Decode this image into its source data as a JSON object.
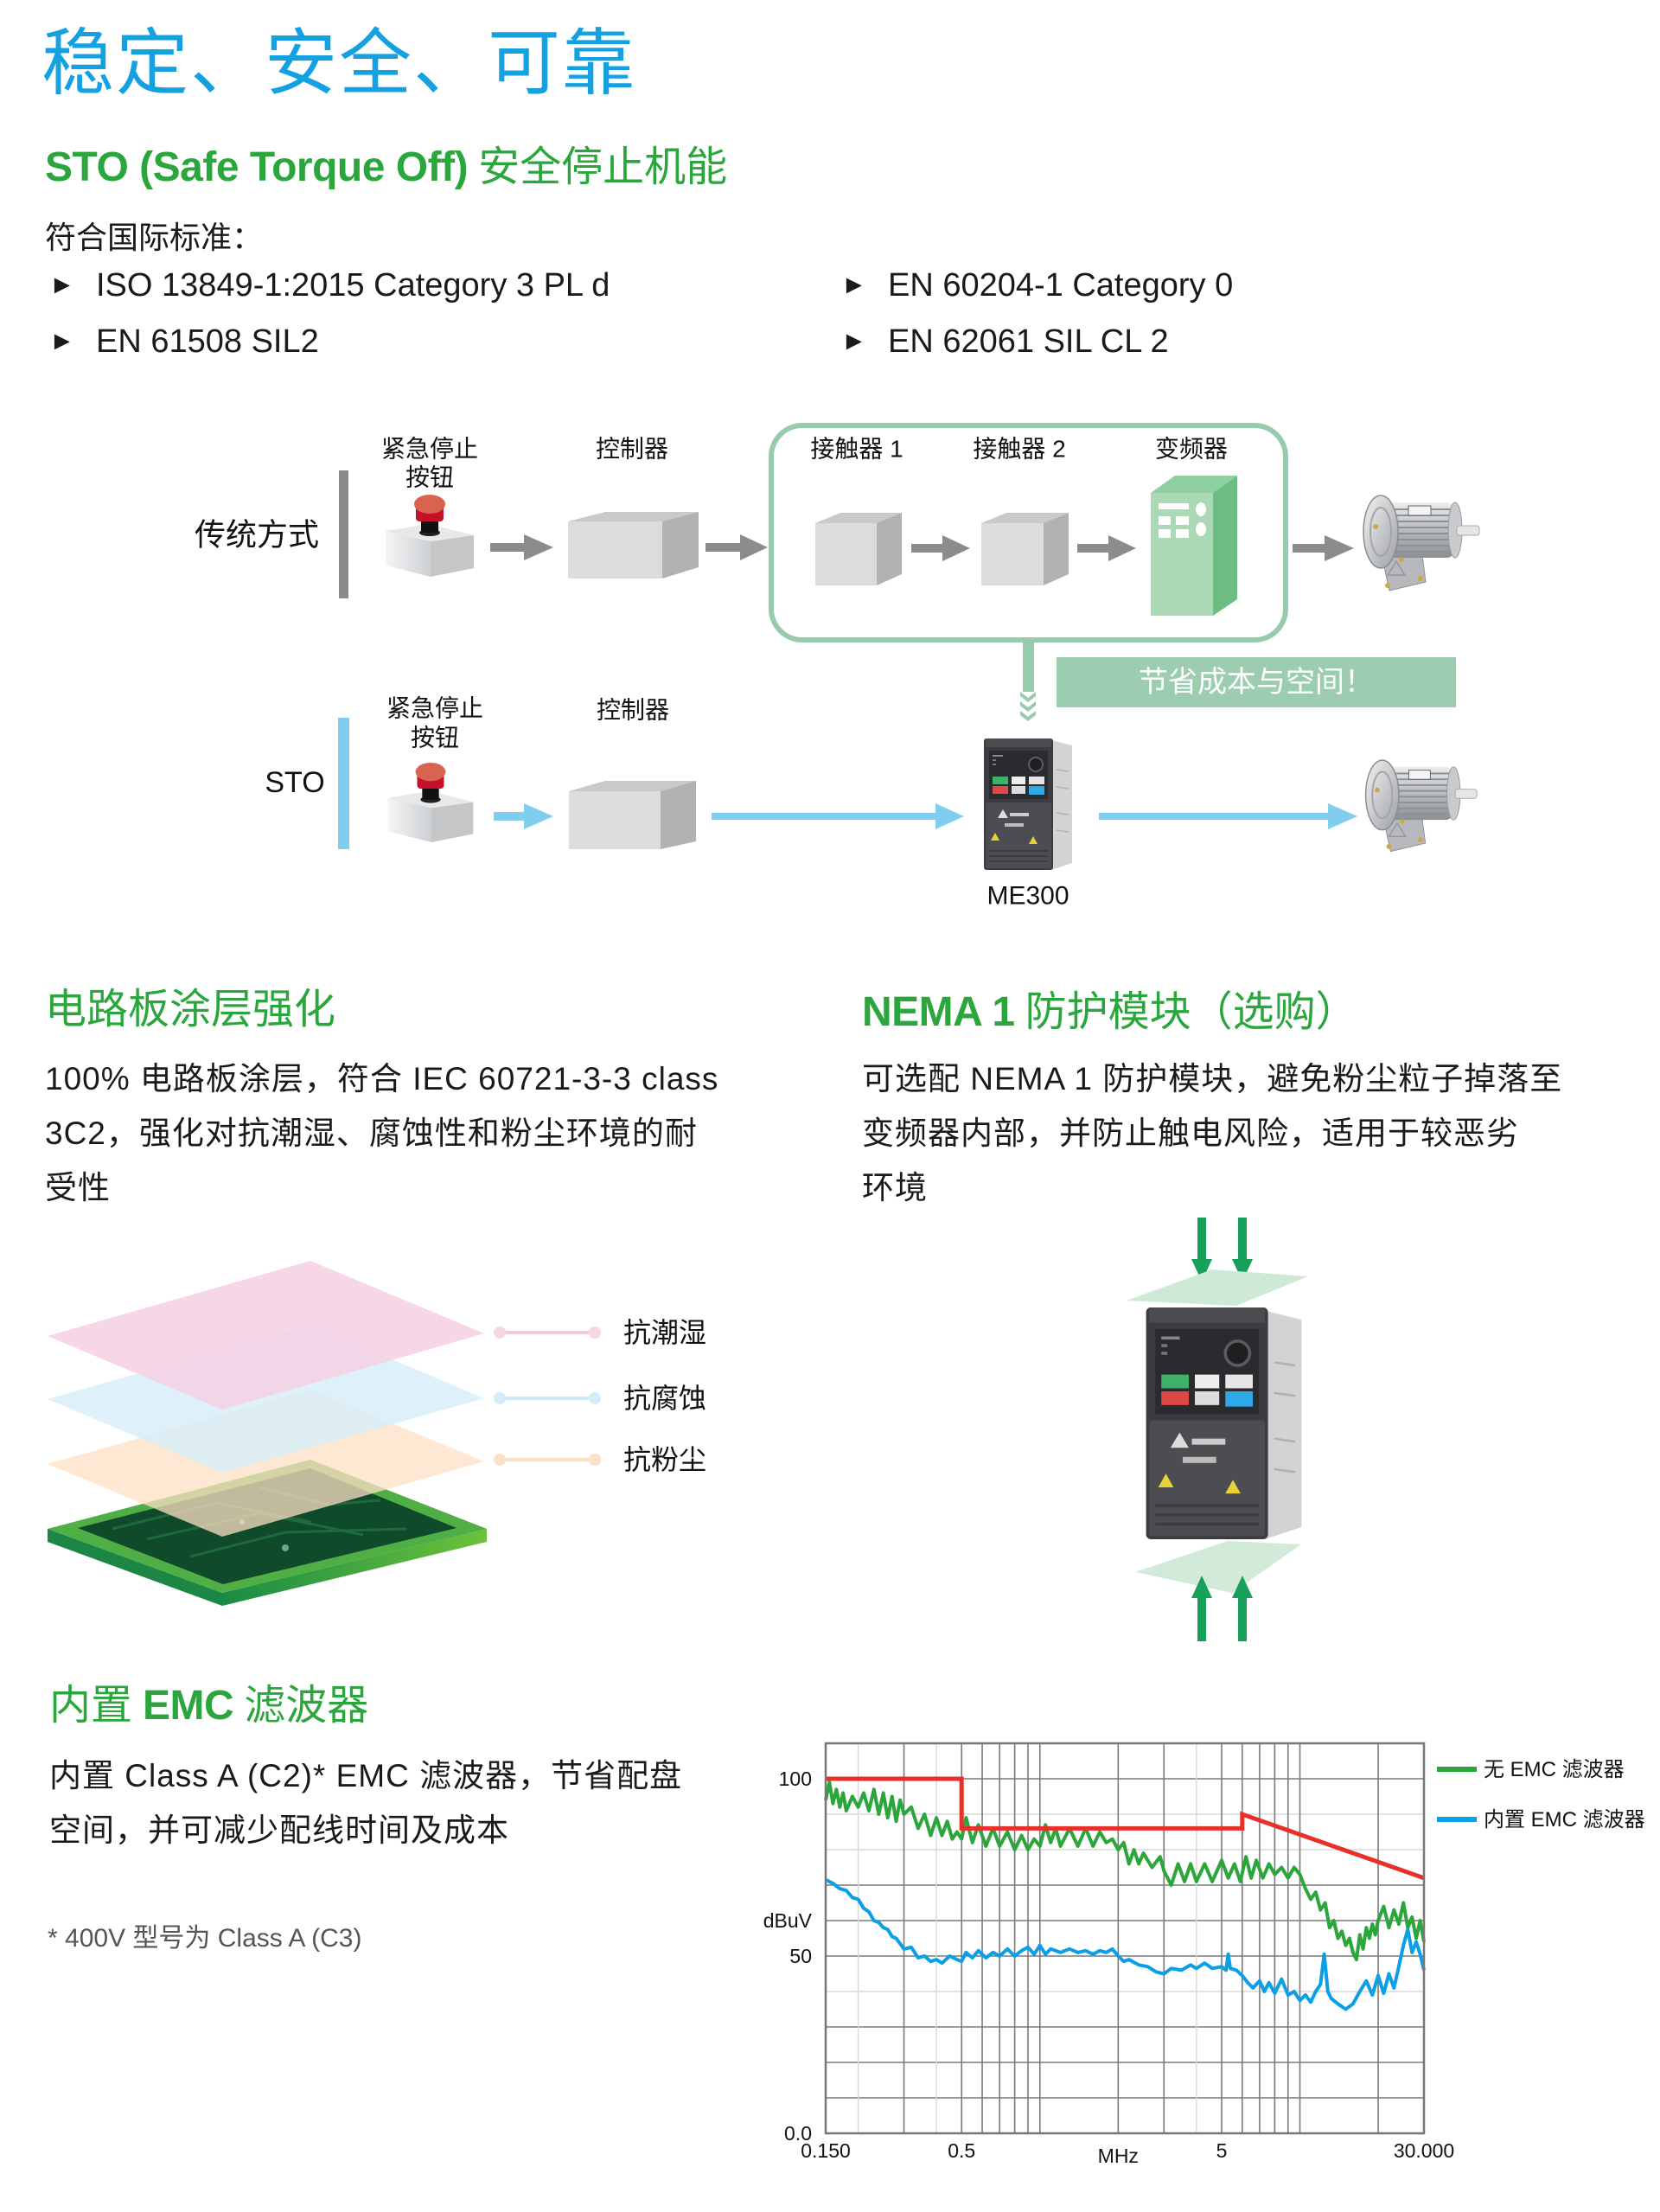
{
  "theme": {
    "title_color": "#14a1e1",
    "heading_color": "#2aa63c",
    "text_color": "#1a1a1a",
    "footnote_color": "#555555"
  },
  "page_title": "稳定、安全、可靠",
  "sto_section": {
    "heading_bold": "STO (Safe Torque Off)",
    "heading_rest": "安全停止机能",
    "standards_intro": "符合国际标准：",
    "bullet_icon": "►",
    "standards_left": [
      "ISO 13849-1:2015 Category 3 PL d",
      "EN 61508 SIL2"
    ],
    "standards_right": [
      "EN 60204-1 Category 0",
      "EN 62061 SIL CL 2"
    ]
  },
  "diagram": {
    "traditional_row": {
      "label": "传统方式",
      "estop_label": [
        "紧急停止",
        "按钮"
      ],
      "controller_label": "控制器",
      "contactor1_label": "接触器 1",
      "contactor2_label": "接触器 2",
      "inverter_label": "变频器"
    },
    "savings_banner": "节省成本与空间！",
    "sto_row": {
      "label": "STO",
      "estop_label": [
        "紧急停止",
        "按钮"
      ],
      "controller_label": "控制器",
      "drive_label": "ME300"
    },
    "colors": {
      "traditional_accent": "#8a8a8a",
      "sto_accent": "#7fcdf0",
      "highlight": "#97cbad",
      "inverter_green": "#acd9b5"
    }
  },
  "coating_section": {
    "heading": "电路板涂层强化",
    "lines": [
      "100% 电路板涂层，符合 IEC 60721-3-3 class",
      "3C2，强化对抗潮湿、腐蚀性和粉尘环境的耐",
      "受性"
    ],
    "layers": [
      {
        "label": "抗潮湿",
        "color": "#f6d0e3"
      },
      {
        "label": "抗腐蚀",
        "color": "#d6edf9"
      },
      {
        "label": "抗粉尘",
        "color": "#fde0c4"
      }
    ]
  },
  "nema_section": {
    "heading_bold": "NEMA 1",
    "heading_rest": "防护模块（选购）",
    "lines": [
      "可选配 NEMA 1 防护模块，避免粉尘粒子掉落至",
      "变频器内部，并防止触电风险，适用于较恶劣",
      "环境"
    ]
  },
  "emc_section": {
    "heading_pre": "内置",
    "heading_bold": "EMC",
    "heading_post": "滤波器",
    "lines": [
      "内置 Class A (C2)* EMC 滤波器，节省配盘",
      "空间，并可减少配线时间及成本"
    ],
    "footnote": "* 400V 型号为 Class A (C3)"
  },
  "chart_data": {
    "type": "line",
    "title": "",
    "xlabel": "MHz",
    "ylabel": "dBuV",
    "xscale": "log",
    "xlim": [
      0.15,
      30
    ],
    "ylim": [
      0,
      110
    ],
    "grid": true,
    "legend_position": "right",
    "x_ticks": [
      {
        "value": 0.15,
        "label": "0.150"
      },
      {
        "value": 0.5,
        "label": "0.5"
      },
      {
        "value": 5,
        "label": "5"
      },
      {
        "value": 30,
        "label": "30.000"
      }
    ],
    "y_ticks": [
      {
        "value": 0,
        "label": "0.0"
      },
      {
        "value": 50,
        "label": "50"
      },
      {
        "value": 100,
        "label": "100"
      }
    ],
    "series": [
      {
        "name": "无 EMC 滤波器",
        "color": "#2aa63a",
        "points": [
          [
            0.15,
            94
          ],
          [
            0.155,
            99
          ],
          [
            0.16,
            93
          ],
          [
            0.165,
            97
          ],
          [
            0.17,
            92
          ],
          [
            0.175,
            96
          ],
          [
            0.18,
            91
          ],
          [
            0.19,
            95
          ],
          [
            0.2,
            92
          ],
          [
            0.21,
            96
          ],
          [
            0.22,
            91
          ],
          [
            0.23,
            97
          ],
          [
            0.24,
            90
          ],
          [
            0.25,
            96
          ],
          [
            0.26,
            89
          ],
          [
            0.27,
            95
          ],
          [
            0.28,
            88
          ],
          [
            0.29,
            94
          ],
          [
            0.3,
            90
          ],
          [
            0.32,
            92
          ],
          [
            0.34,
            86
          ],
          [
            0.36,
            90
          ],
          [
            0.38,
            84
          ],
          [
            0.4,
            89
          ],
          [
            0.42,
            84
          ],
          [
            0.44,
            88
          ],
          [
            0.46,
            83
          ],
          [
            0.48,
            85
          ],
          [
            0.5,
            83
          ],
          [
            0.52,
            89
          ],
          [
            0.55,
            82
          ],
          [
            0.58,
            87
          ],
          [
            0.62,
            81
          ],
          [
            0.66,
            86
          ],
          [
            0.7,
            81
          ],
          [
            0.75,
            85
          ],
          [
            0.8,
            80
          ],
          [
            0.85,
            84
          ],
          [
            0.9,
            80
          ],
          [
            0.95,
            83
          ],
          [
            1.0,
            81
          ],
          [
            1.05,
            87
          ],
          [
            1.1,
            82
          ],
          [
            1.15,
            86
          ],
          [
            1.2,
            81
          ],
          [
            1.3,
            86
          ],
          [
            1.4,
            81
          ],
          [
            1.5,
            86
          ],
          [
            1.6,
            81
          ],
          [
            1.7,
            85
          ],
          [
            1.8,
            82
          ],
          [
            1.9,
            83
          ],
          [
            2.0,
            80
          ],
          [
            2.1,
            82
          ],
          [
            2.2,
            76
          ],
          [
            2.3,
            80
          ],
          [
            2.4,
            76
          ],
          [
            2.5,
            79
          ],
          [
            2.7,
            75
          ],
          [
            2.9,
            78
          ],
          [
            3.0,
            74
          ],
          [
            3.2,
            70
          ],
          [
            3.4,
            76
          ],
          [
            3.6,
            71
          ],
          [
            3.8,
            76
          ],
          [
            4.0,
            71
          ],
          [
            4.3,
            76
          ],
          [
            4.6,
            71
          ],
          [
            5.0,
            77
          ],
          [
            5.3,
            72
          ],
          [
            5.6,
            76
          ],
          [
            5.9,
            71
          ],
          [
            6.2,
            78
          ],
          [
            6.5,
            72
          ],
          [
            6.8,
            77
          ],
          [
            7.2,
            72
          ],
          [
            7.6,
            76
          ],
          [
            8.0,
            73
          ],
          [
            8.5,
            75
          ],
          [
            9.0,
            72
          ],
          [
            9.5,
            75
          ],
          [
            10,
            73
          ],
          [
            10.5,
            69
          ],
          [
            11,
            66
          ],
          [
            11.5,
            68
          ],
          [
            12,
            63
          ],
          [
            12.5,
            65
          ],
          [
            13,
            58
          ],
          [
            13.5,
            60
          ],
          [
            14,
            55
          ],
          [
            14.5,
            57
          ],
          [
            15,
            53
          ],
          [
            15.5,
            55
          ],
          [
            16,
            51
          ],
          [
            16.5,
            49
          ],
          [
            17,
            56
          ],
          [
            17.5,
            52
          ],
          [
            18,
            58
          ],
          [
            18.5,
            55
          ],
          [
            19,
            59
          ],
          [
            19.5,
            56
          ],
          [
            20,
            60
          ],
          [
            21,
            64
          ],
          [
            22,
            58
          ],
          [
            23,
            63
          ],
          [
            24,
            59
          ],
          [
            25,
            65
          ],
          [
            26,
            58
          ],
          [
            27,
            61
          ],
          [
            28,
            55
          ],
          [
            29,
            60
          ],
          [
            30,
            54
          ]
        ]
      },
      {
        "name": "内置 EMC 滤波器",
        "color": "#0a9fe6",
        "points": [
          [
            0.15,
            71.5
          ],
          [
            0.16,
            70.5
          ],
          [
            0.17,
            69
          ],
          [
            0.18,
            68.5
          ],
          [
            0.19,
            66.5
          ],
          [
            0.2,
            66
          ],
          [
            0.21,
            63.5
          ],
          [
            0.22,
            62.5
          ],
          [
            0.23,
            60
          ],
          [
            0.24,
            59.5
          ],
          [
            0.25,
            58
          ],
          [
            0.26,
            57.5
          ],
          [
            0.27,
            55.5
          ],
          [
            0.28,
            55
          ],
          [
            0.29,
            53.5
          ],
          [
            0.3,
            52
          ],
          [
            0.32,
            52.5
          ],
          [
            0.34,
            49.5
          ],
          [
            0.36,
            50
          ],
          [
            0.38,
            48.5
          ],
          [
            0.4,
            49
          ],
          [
            0.42,
            48
          ],
          [
            0.45,
            50
          ],
          [
            0.48,
            49
          ],
          [
            0.5,
            48.5
          ],
          [
            0.52,
            51
          ],
          [
            0.55,
            49.5
          ],
          [
            0.58,
            51.5
          ],
          [
            0.62,
            49.5
          ],
          [
            0.66,
            51
          ],
          [
            0.7,
            50
          ],
          [
            0.75,
            52
          ],
          [
            0.8,
            50
          ],
          [
            0.85,
            51.5
          ],
          [
            0.9,
            52.5
          ],
          [
            0.95,
            50.5
          ],
          [
            1.0,
            53
          ],
          [
            1.05,
            50.5
          ],
          [
            1.1,
            52
          ],
          [
            1.2,
            51
          ],
          [
            1.3,
            52
          ],
          [
            1.4,
            51
          ],
          [
            1.5,
            51.5
          ],
          [
            1.6,
            50.5
          ],
          [
            1.7,
            51.5
          ],
          [
            1.8,
            51
          ],
          [
            1.9,
            52
          ],
          [
            2.0,
            50
          ],
          [
            2.1,
            48.5
          ],
          [
            2.2,
            49
          ],
          [
            2.4,
            47.5
          ],
          [
            2.6,
            47
          ],
          [
            2.8,
            45.5
          ],
          [
            3.0,
            45
          ],
          [
            3.2,
            46.5
          ],
          [
            3.5,
            46
          ],
          [
            3.8,
            47.5
          ],
          [
            4.0,
            46.5
          ],
          [
            4.3,
            48
          ],
          [
            4.6,
            46.5
          ],
          [
            5.0,
            47
          ],
          [
            5.2,
            46
          ],
          [
            5.3,
            50.5
          ],
          [
            5.4,
            46.5
          ],
          [
            5.7,
            46
          ],
          [
            6.0,
            44.5
          ],
          [
            6.3,
            42.5
          ],
          [
            6.6,
            41
          ],
          [
            7.0,
            43
          ],
          [
            7.3,
            40
          ],
          [
            7.6,
            42.5
          ],
          [
            8.0,
            39.5
          ],
          [
            8.5,
            43.5
          ],
          [
            9.0,
            39
          ],
          [
            9.5,
            40
          ],
          [
            10,
            37.5
          ],
          [
            10.5,
            39
          ],
          [
            11,
            37
          ],
          [
            11.5,
            40
          ],
          [
            12,
            42
          ],
          [
            12.4,
            50.5
          ],
          [
            12.8,
            40
          ],
          [
            13.2,
            38
          ],
          [
            14,
            36.5
          ],
          [
            15,
            35
          ],
          [
            16,
            36.5
          ],
          [
            17,
            40
          ],
          [
            18,
            43
          ],
          [
            19,
            39
          ],
          [
            20,
            44.5
          ],
          [
            21,
            39.5
          ],
          [
            22,
            45
          ],
          [
            23,
            41
          ],
          [
            24,
            47
          ],
          [
            25,
            53
          ],
          [
            26,
            57.5
          ],
          [
            27,
            51
          ],
          [
            28,
            54
          ],
          [
            29,
            50.5
          ],
          [
            30,
            46
          ]
        ]
      },
      {
        "name": "",
        "role": "limit",
        "color": "#e8302a",
        "points": [
          [
            0.15,
            100
          ],
          [
            0.5,
            100
          ],
          [
            0.5,
            86
          ],
          [
            6,
            86
          ],
          [
            6,
            90
          ],
          [
            30,
            72
          ]
        ]
      }
    ]
  }
}
